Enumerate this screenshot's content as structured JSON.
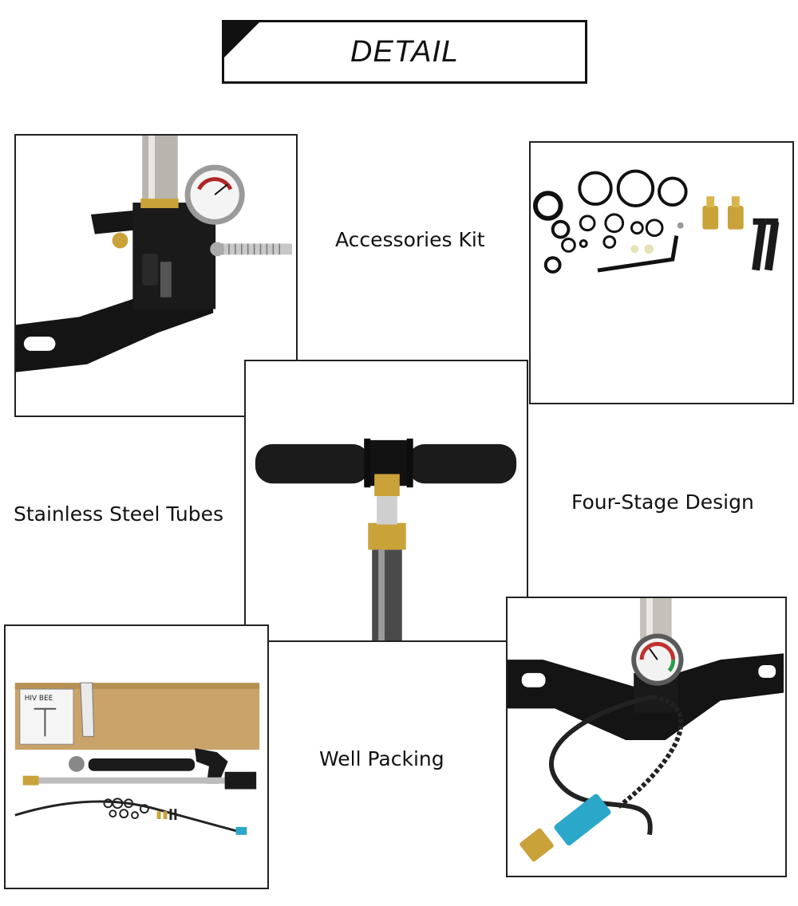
{
  "header": {
    "title": "DETAIL"
  },
  "labels": {
    "accessories": "Accessories Kit",
    "tubes": "Stainless Steel Tubes",
    "stage": "Four-Stage Design",
    "packing": "Well Packing"
  },
  "box_print": {
    "brand": "HIV BEE"
  },
  "colors": {
    "frame": "#222222",
    "metal_black": "#141414",
    "brass": "#c9a23a",
    "blue_fitting": "#2aa7c9",
    "cardboard": "#c9a36a"
  }
}
